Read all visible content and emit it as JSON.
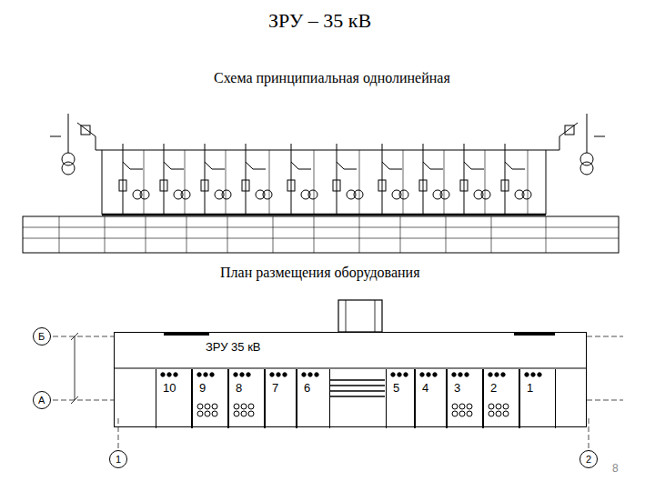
{
  "diagram": {
    "title": "ЗРУ – 35 кВ",
    "nodes": [
      {
        "text": [
          "ЗРУ 35 кВ"
        ]
      },
      {
        "text": [
          "10"
        ],
        "in": 0
      },
      {
        "text": [
          "9"
        ],
        "in": 0
      },
      {
        "text": [
          "8"
        ],
        "in": 0
      },
      {
        "text": [
          "7"
        ],
        "in": 0
      },
      {
        "text": [
          "6"
        ],
        "in": 0
      },
      {
        "text": [
          "5"
        ],
        "in": 0
      },
      {
        "text": [
          "4"
        ],
        "in": 0
      },
      {
        "text": [
          "3"
        ],
        "in": 0
      },
      {
        "text": [
          "2"
        ],
        "in": 0
      },
      {
        "text": [
          "1"
        ],
        "in": 0
      },
      {
        "text": [
          "Б"
        ]
      },
      {
        "text": [
          "А"
        ]
      },
      {
        "text": [
          "1"
        ]
      },
      {
        "text": [
          "2"
        ]
      }
    ],
    "labels": [
      "Схема принципиальная однолинейная",
      "План размещения оборудования",
      "8"
    ]
  }
}
